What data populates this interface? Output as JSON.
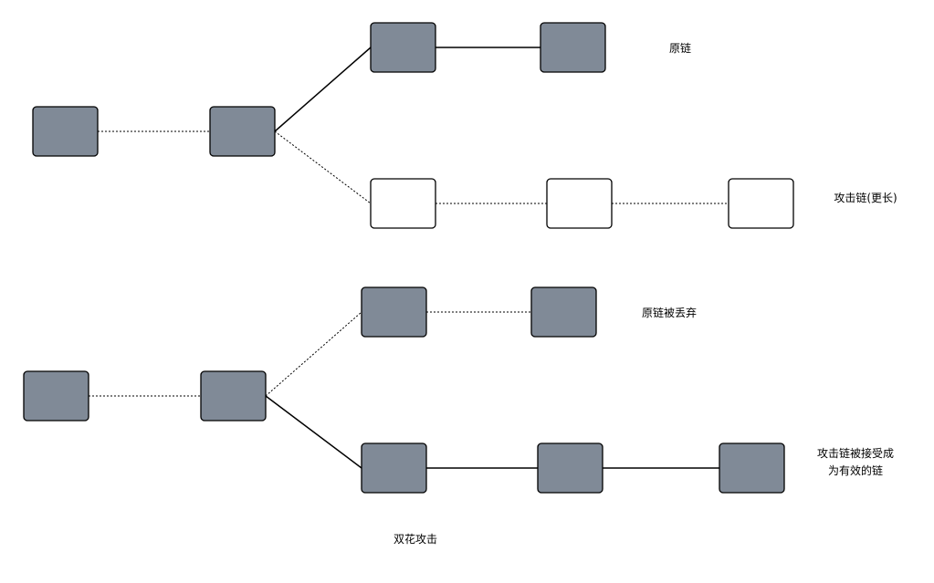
{
  "labels": {
    "original_chain": "原链",
    "attack_chain_longer": "攻击链(更长)",
    "original_chain_discarded": "原链被丢弃",
    "attack_chain_accepted_line1": "攻击链被接受成",
    "attack_chain_accepted_line2": "为有效的链",
    "caption": "双花攻击"
  },
  "colors": {
    "block_fill": "#808a97",
    "block_empty_fill": "#ffffff",
    "block_stroke": "#000000",
    "edge_stroke": "#000000"
  }
}
